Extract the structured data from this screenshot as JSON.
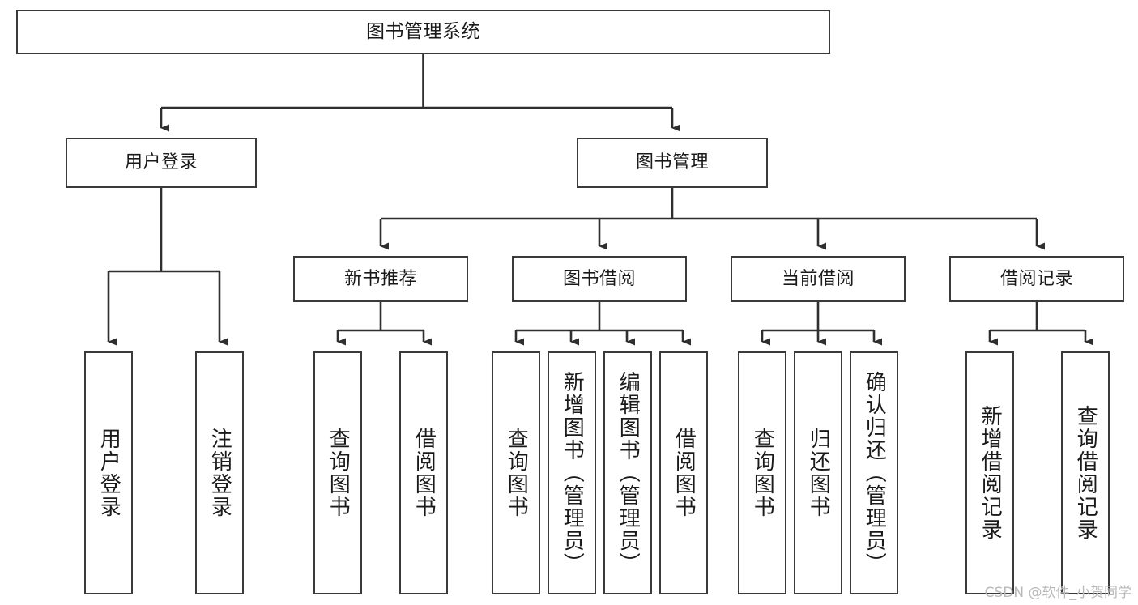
{
  "diagram": {
    "type": "tree",
    "title": "图书管理系统",
    "root": {
      "label": "图书管理系统"
    },
    "level2": [
      {
        "label": "用户登录"
      },
      {
        "label": "图书管理"
      }
    ],
    "level3": [
      {
        "label": "新书推荐"
      },
      {
        "label": "图书借阅"
      },
      {
        "label": "当前借阅"
      },
      {
        "label": "借阅记录"
      }
    ],
    "leaves": {
      "user_login": [
        {
          "label": "用户登录"
        },
        {
          "label": "注销登录"
        }
      ],
      "new_book_recommend": [
        {
          "label": "查询图书"
        },
        {
          "label": "借阅图书"
        }
      ],
      "book_borrow": [
        {
          "label": "查询图书"
        },
        {
          "label": "新增图书（管理员）"
        },
        {
          "label": "编辑图书（管理员）"
        },
        {
          "label": "借阅图书"
        }
      ],
      "current_borrow": [
        {
          "label": "查询图书"
        },
        {
          "label": "归还图书"
        },
        {
          "label": "确认归还（管理员）"
        }
      ],
      "borrow_record": [
        {
          "label": "新增借阅记录"
        },
        {
          "label": "查询借阅记录"
        }
      ]
    }
  },
  "watermark": {
    "text": "CSDN @软件_小贺同学"
  },
  "colors": {
    "box_border": "#3a3a3a",
    "box_fill": "#ffffff",
    "connector": "#2f2f2f",
    "text": "#1a1a1a",
    "watermark": "#b9b9b9"
  }
}
